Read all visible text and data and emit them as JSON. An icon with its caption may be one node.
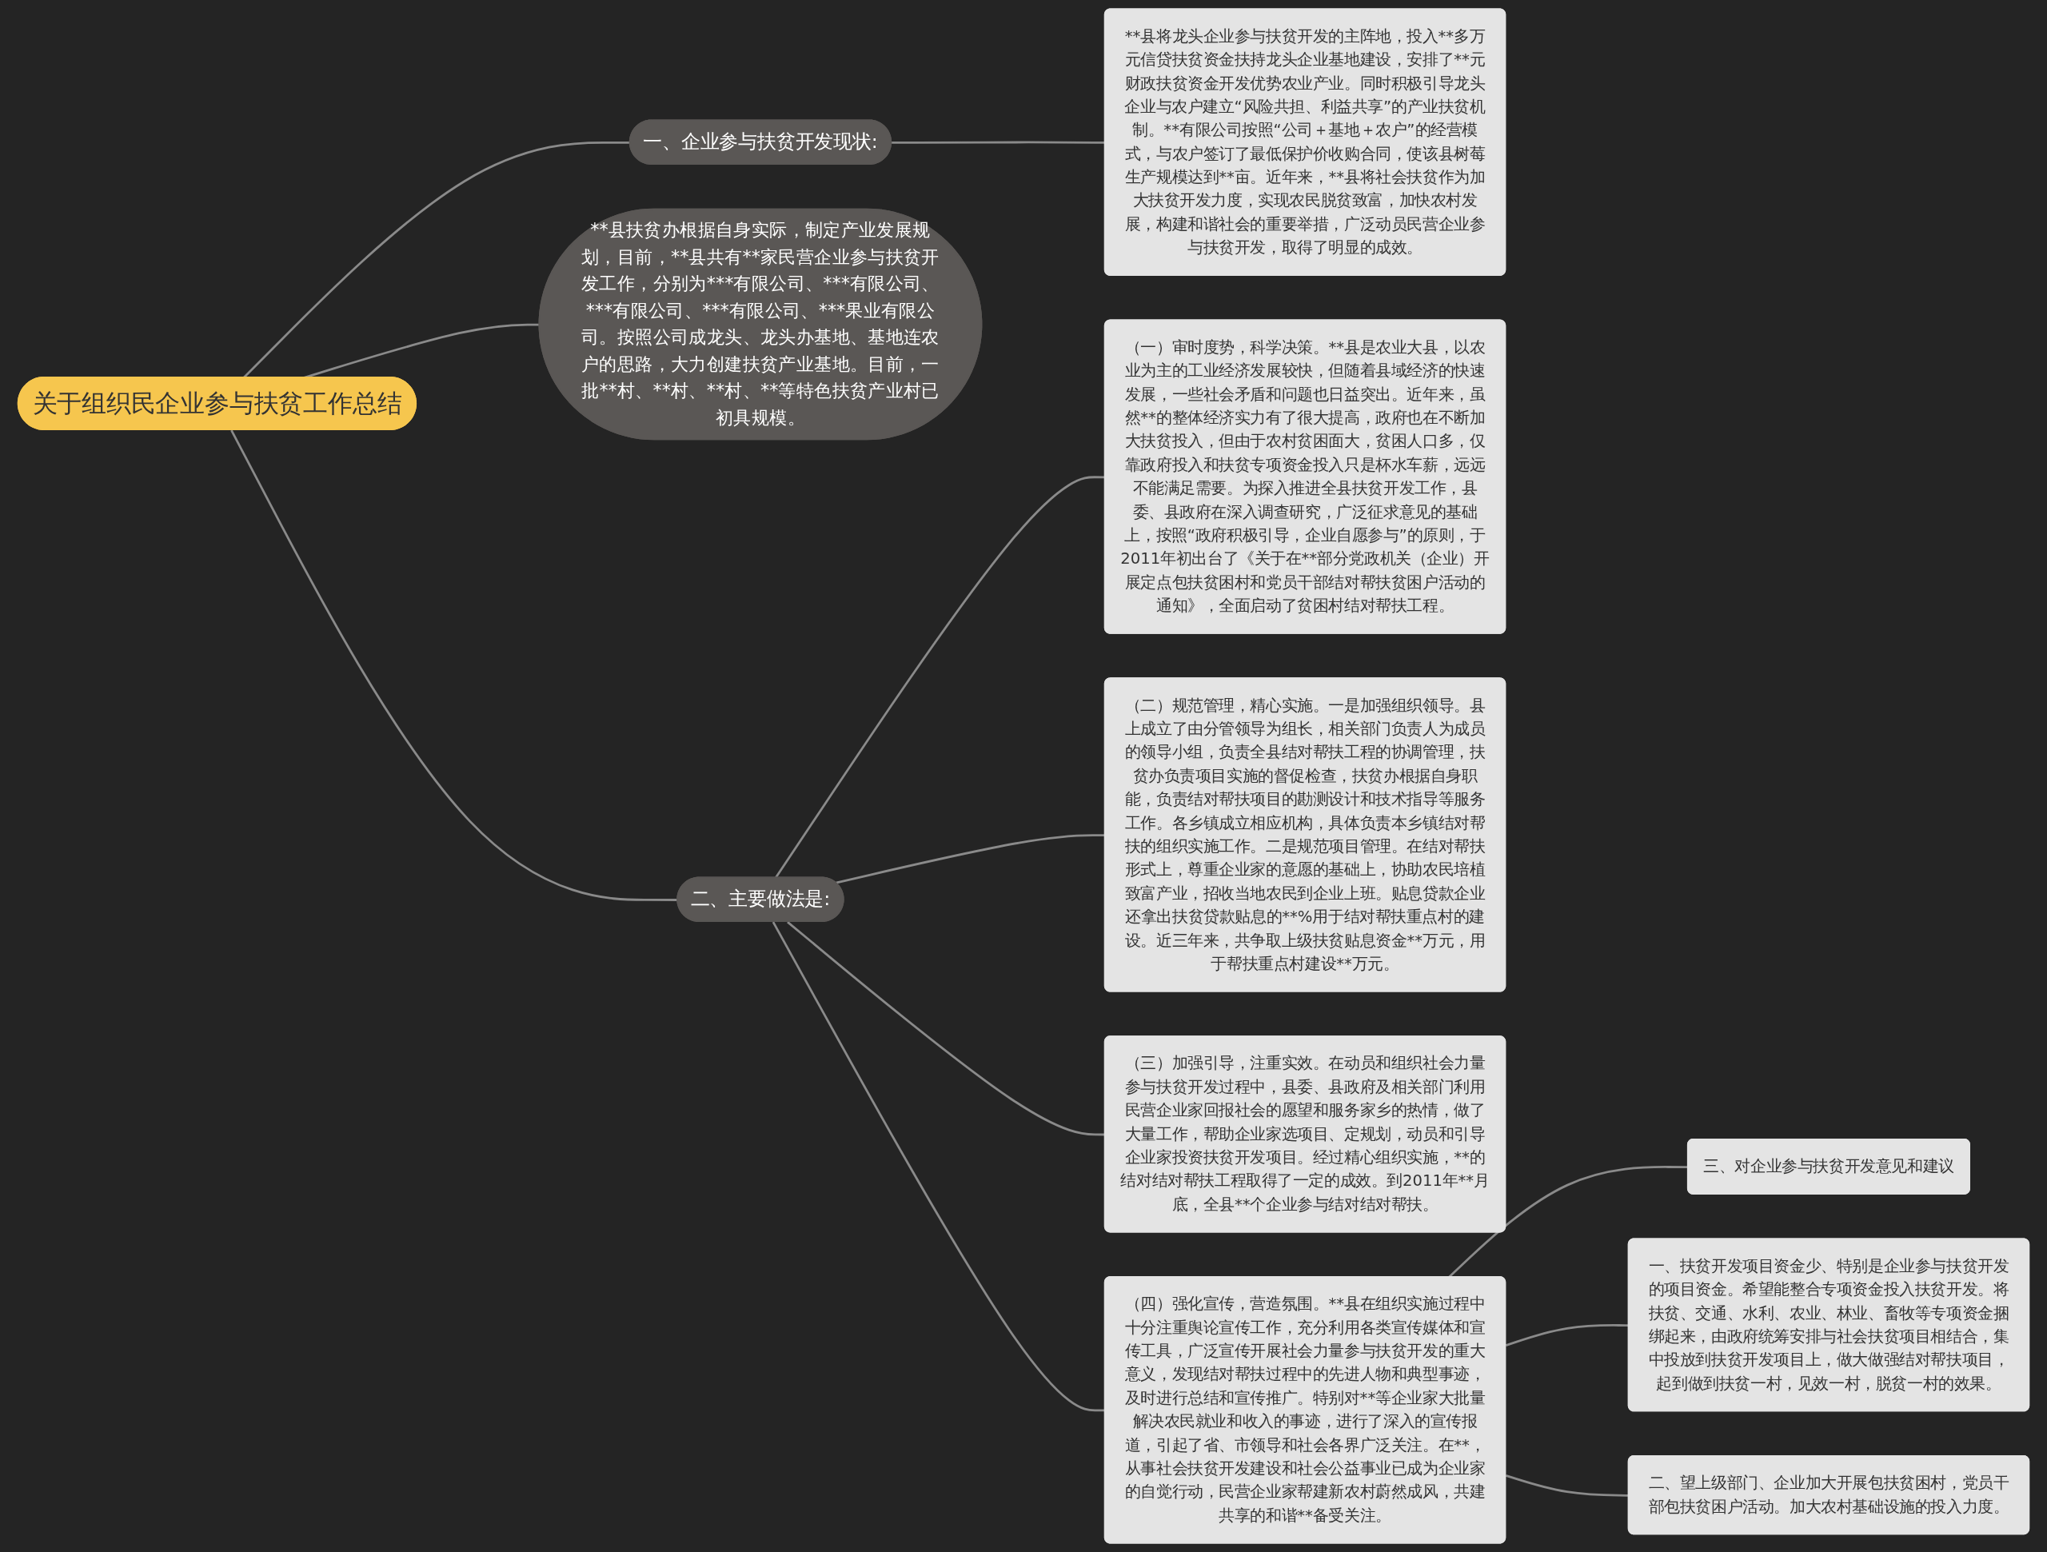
{
  "diagram": {
    "nodes": [
      {
        "text": [
          "关于组织民企业参与扶贫工作总结"
        ]
      },
      {
        "text": [
          "一、企业参与扶贫开发现状:"
        ]
      },
      {
        "text": [
          "**县将龙头企业参与扶贫开发的主阵地，投入**多万元信贷扶贫资金扶持龙头企业基地建设，安排了**元财政扶贫资金开发优势农业产业。同时积极引导龙头企业与农户建立“风险共担、利益共享”的产业扶贫机制。**有限公司按照“公司＋基地＋农户”的经营模式，与农户签订了最低保护价收购合同，使该县树莓生产规模达到**亩。近年来，**县将社会扶贫作为加大扶贫开发力度，实现农民脱贫致富，加快农村发展，构建和谐社会的重要举措，广泛动员民营企业参与扶贫开发，取得了明显的成效。"
        ]
      },
      {
        "text": [
          "**县扶贫办根据自身实际，制定产业发展规划，目前，**县共有**家民营企业参与扶贫开发工作，分别为***有限公司、***有限公司、***有限公司、***有限公司、***果业有限公司。按照公司成龙头、龙头办基地、基地连农户的思路，大力创建扶贫产业基地。目前，一批**村、**村、**村、**等特色扶贫产业村已初具规模。"
        ]
      },
      {
        "text": [
          "二、主要做法是:"
        ]
      },
      {
        "text": [
          "（一）审时度势，科学决策。**县是农业大县，以农业为主的工业经济发展较快，但随着县域经济的快速发展，一些社会矛盾和问题也日益突出。近年来，虽然**的整体经济实力有了很大提高，政府也在不断加大扶贫投入，但由于农村贫困面大，贫困人口多，仅靠政府投入和扶贫专项资金投入只是杯水车薪，远远不能满足需要。为探入推进全县扶贫开发工作，县委、县政府在深入调查研究，广泛征求意见的基础上，按照“政府积极引导，企业自愿参与”的原则，于2011年初出台了《关于在**部分党政机关（企业）开展定点包扶贫困村和党员干部结对帮扶贫困户活动的通知》，全面启动了贫困村结对帮扶工程。"
        ]
      },
      {
        "text": [
          "（二）规范管理，精心实施。一是加强组织领导。县上成立了由分管领导为组长，相关部门负责人为成员的领导小组，负责全县结对帮扶工程的协调管理，扶贫办负责项目实施的督促检查，扶贫办根据自身职能，负责结对帮扶项目的勘测设计和技术指导等服务工作。各乡镇成立相应机构，具体负责本乡镇结对帮扶的组织实施工作。二是规范项目管理。在结对帮扶形式上，尊重企业家的意愿的基础上，协助农民培植致富产业，招收当地农民到企业上班。贴息贷款企业还拿出扶贫贷款贴息的**%用于结对帮扶重点村的建设。近三年来，共争取上级扶贫贴息资金**万元，用于帮扶重点村建设**万元。"
        ]
      },
      {
        "text": [
          "（三）加强引导，注重实效。在动员和组织社会力量参与扶贫开发过程中，县委、县政府及相关部门利用民营企业家回报社会的愿望和服务家乡的热情，做了大量工作，帮助企业家选项目、定规划，动员和引导企业家投资扶贫开发项目。经过精心组织实施，**的结对结对帮扶工程取得了一定的成效。到2011年**月底，全县**个企业参与结对结对帮扶。"
        ]
      },
      {
        "text": [
          "（四）强化宣传，营造氛围。**县在组织实施过程中十分注重舆论宣传工作，充分利用各类宣传媒体和宣传工具，广泛宣传开展社会力量参与扶贫开发的重大意义，发现结对帮扶过程中的先进人物和典型事迹，及时进行总结和宣传推广。特别对**等企业家大批量解决农民就业和收入的事迹，进行了深入的宣传报道，引起了省、市领导和社会各界广泛关注。在**，从事社会扶贫开发建设和社会公益事业已成为企业家的自觉行动，民营企业家帮建新农村蔚然成风，共建共享的和谐**备受关注。"
        ]
      },
      {
        "text": [
          "三、对企业参与扶贫开发意见和建议"
        ]
      },
      {
        "text": [
          "一、扶贫开发项目资金少、特别是企业参与扶贫开发的项目资金。希望能整合专项资金投入扶贫开发。将扶贫、交通、水利、农业、林业、畜牧等专项资金捆绑起来，由政府统筹安排与社会扶贫项目相结合，集中投放到扶贫开发项目上，做大做强结对帮扶项目，起到做到扶贫一村，见效一村，脱贫一村的效果。"
        ]
      },
      {
        "text": [
          "二、望上级部门、企业加大开展包扶贫困村，党员干部包扶贫困户活动。加大农村基础设施的投入力度。"
        ]
      }
    ],
    "edges": [
      {
        "from": 0,
        "to": 1,
        "arrow": "none"
      },
      {
        "from": 1,
        "to": 2,
        "arrow": "none"
      },
      {
        "from": 0,
        "to": 3,
        "arrow": "none"
      },
      {
        "from": 0,
        "to": 4,
        "arrow": "none"
      },
      {
        "from": 4,
        "to": 5,
        "arrow": "none"
      },
      {
        "from": 4,
        "to": 6,
        "arrow": "none"
      },
      {
        "from": 4,
        "to": 7,
        "arrow": "none"
      },
      {
        "from": 4,
        "to": 8,
        "arrow": "none"
      },
      {
        "from": 8,
        "to": 9,
        "arrow": "none"
      },
      {
        "from": 8,
        "to": 10,
        "arrow": "none"
      },
      {
        "from": 8,
        "to": 11,
        "arrow": "none"
      }
    ]
  }
}
